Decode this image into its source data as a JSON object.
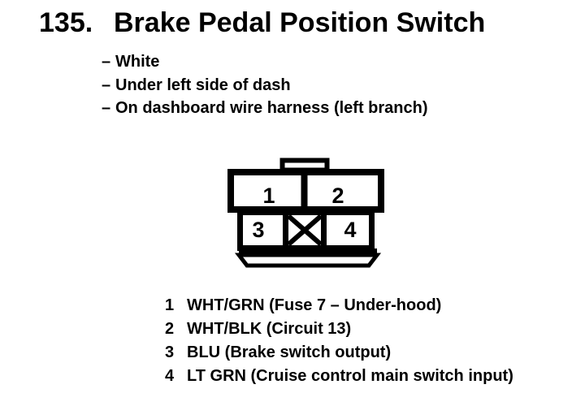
{
  "document": {
    "item_number": "135.",
    "title": "Brake Pedal Position Switch",
    "bullet_char": "–",
    "notes": [
      "White",
      "Under left side of dash",
      "On dashboard wire harness (left branch)"
    ]
  },
  "connector": {
    "description": "4-cavity connector front view, one blocked cavity marked with X",
    "pins": [
      "1",
      "2",
      "3",
      "4"
    ],
    "blocked_cavity_mark": "X"
  },
  "pin_legend": [
    {
      "pin": "1",
      "wire": "WHT/GRN (Fuse 7 – Under-hood)"
    },
    {
      "pin": "2",
      "wire": "WHT/BLK (Circuit 13)"
    },
    {
      "pin": "3",
      "wire": "BLU (Brake switch output)"
    },
    {
      "pin": "4",
      "wire": "LT GRN (Cruise control main switch input)"
    }
  ],
  "colors": {
    "ink": "#000000",
    "paper": "#ffffff"
  }
}
